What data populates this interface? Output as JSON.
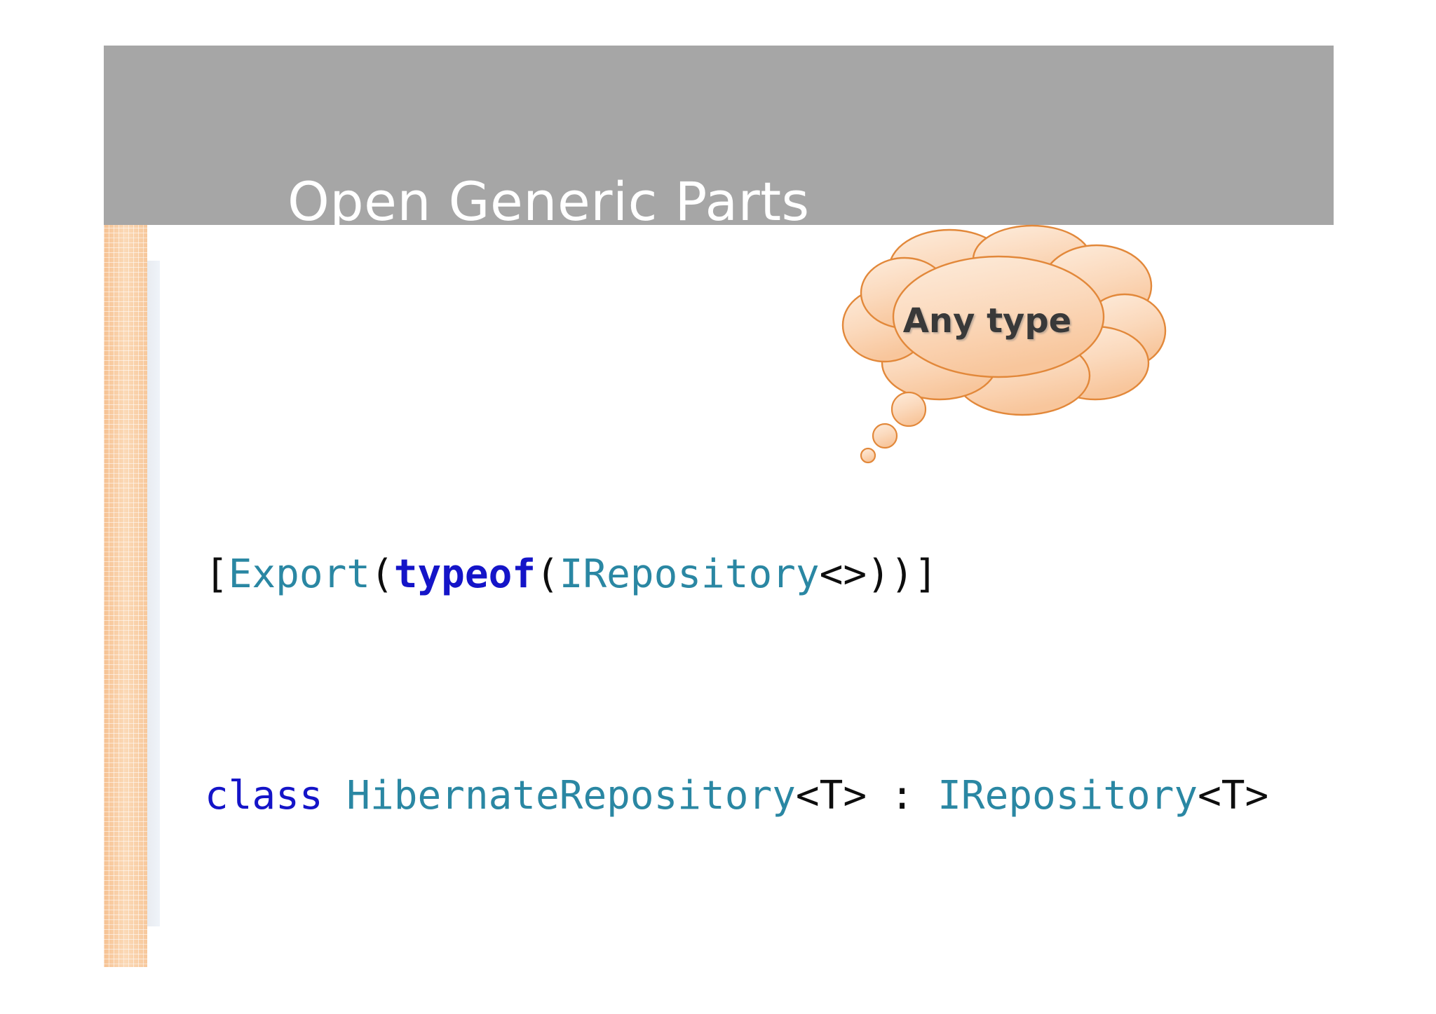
{
  "slide": {
    "title": "Open Generic Parts",
    "banner_color": "#a6a6a6",
    "background_color": "#ffffff"
  },
  "decor": {
    "peach_stripe_color": "#f6c293",
    "blue_stripe_color": "#e7eaef"
  },
  "code": {
    "font": "monospace",
    "lines": [
      {
        "id": "export-attribute",
        "text": "[Export(typeof(IRepository<>))]",
        "tokens": [
          {
            "text": "[",
            "kind": "punct"
          },
          {
            "text": "Export",
            "kind": "type"
          },
          {
            "text": "(",
            "kind": "punct"
          },
          {
            "text": "typeof",
            "kind": "keyword"
          },
          {
            "text": "(",
            "kind": "punct"
          },
          {
            "text": "IRepository",
            "kind": "type"
          },
          {
            "text": "<>))]",
            "kind": "punct"
          }
        ]
      },
      {
        "id": "class-declaration",
        "text": "class HibernateRepository<T> : IRepository<T>",
        "tokens": [
          {
            "text": "class",
            "kind": "keyword"
          },
          {
            "text": " ",
            "kind": "punct"
          },
          {
            "text": "HibernateRepository",
            "kind": "type"
          },
          {
            "text": "<T> : ",
            "kind": "punct"
          },
          {
            "text": "IRepository",
            "kind": "type"
          },
          {
            "text": "<T>",
            "kind": "punct"
          }
        ]
      }
    ],
    "colors": {
      "punctuation": "#0d0d0d",
      "type": "#2a87a3",
      "keyword": "#1414c8"
    }
  },
  "callout": {
    "label": "Any type",
    "shape": "thought-bubble",
    "fill_light": "#fde6d2",
    "fill_dark": "#f8c191",
    "outline": "#e2883a",
    "text_color": "#393939",
    "points_at": "IRepository<>"
  }
}
